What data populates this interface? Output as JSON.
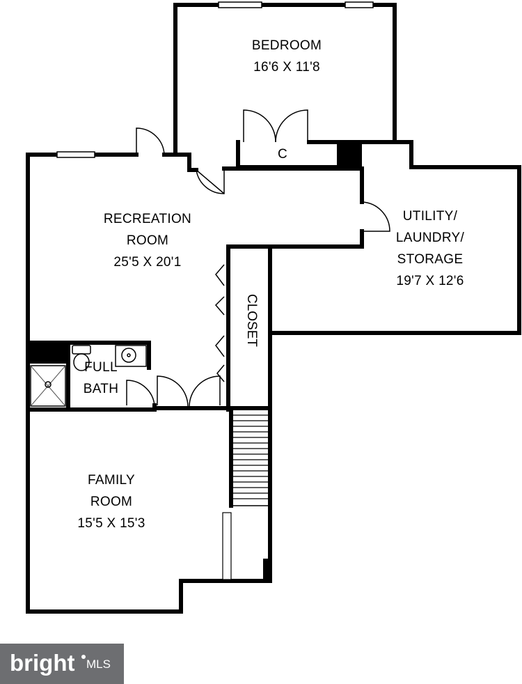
{
  "rooms": {
    "bedroom": {
      "name": "BEDROOM",
      "dims": "16'6 X 11'8"
    },
    "closet_small": {
      "name": "C"
    },
    "recreation": {
      "name_line1": "RECREATION",
      "name_line2": "ROOM",
      "dims": "25'5 X 20'1"
    },
    "utility": {
      "name_line1": "UTILITY/",
      "name_line2": "LAUNDRY/",
      "name_line3": "STORAGE",
      "dims": "19'7 X 12'6"
    },
    "closet": {
      "name": "CLOSET"
    },
    "bath": {
      "name_line1": "FULL",
      "name_line2": "BATH"
    },
    "family": {
      "name_line1": "FAMILY",
      "name_line2": "ROOM",
      "dims": "15'5 X 15'3"
    }
  },
  "branding": {
    "logo_word": "bright",
    "logo_suffix": "MLS"
  },
  "colors": {
    "wall": "#000000",
    "background": "#ffffff",
    "logo_bg": "#6d6e71",
    "logo_text": "#ffffff"
  }
}
